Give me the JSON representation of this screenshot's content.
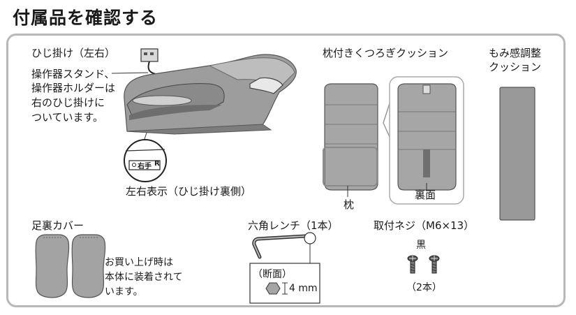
{
  "title": "付属品を確認する",
  "items": {
    "armrest": {
      "heading": "ひじ掛け（左右）",
      "note_lines": [
        "操作器スタンド、",
        "操作器ホルダーは",
        "右のひじ掛けに",
        "ついています。"
      ],
      "stamp_text": "右手",
      "stamp_letter": "R",
      "caption": "左右表示（ひじ掛け裏側）"
    },
    "pillow_cushion": {
      "heading": "枕付きくつろぎクッション",
      "pillow_label": "枕",
      "back_label": "裏面"
    },
    "massage_cushion": {
      "heading_lines": [
        "もみ感調整",
        "クッション"
      ]
    },
    "foot_cover": {
      "heading": "足裏カバー",
      "note_lines": [
        "お買い上げ時は",
        "本体に装着されて",
        "います。"
      ]
    },
    "hex_wrench": {
      "heading": "六角レンチ（1本）",
      "section_label": "（断面）",
      "size": "4 mm"
    },
    "screws": {
      "heading": "取付ネジ（M6×13）",
      "color_label": "黒",
      "count": "（2本）"
    }
  }
}
